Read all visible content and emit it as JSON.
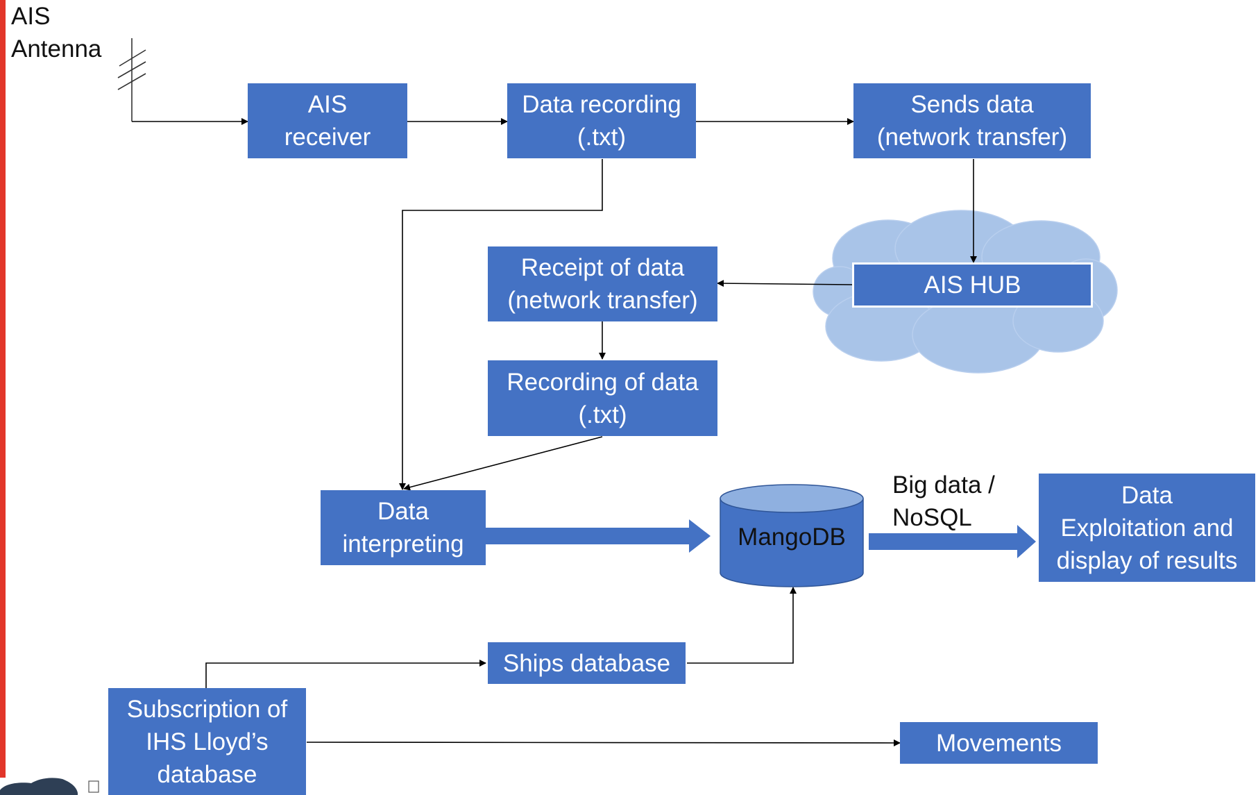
{
  "diagram": {
    "antenna_label": "AIS\nAntenna",
    "nodes": {
      "ais_receiver": "AIS\nreceiver",
      "data_recording": "Data recording\n(.txt)",
      "sends_data": "Sends data\n(network transfer)",
      "ais_hub": "AIS HUB",
      "receipt_of_data": "Receipt of data\n(network transfer)",
      "recording_of_data": "Recording of data\n(.txt)",
      "data_interpreting": "Data\ninterpreting",
      "mangodb": "MangoDB",
      "data_exploitation": "Data\nExploitation and\ndisplay of results",
      "ships_database": "Ships database",
      "subscription": "Subscription of\nIHS Lloyd’s\ndatabase",
      "movements": "Movements"
    },
    "edge_labels": {
      "big_data": "Big data /\nNoSQL"
    },
    "colors": {
      "box_fill": "#4472c4",
      "box_text": "#ffffff",
      "cloud_fill": "#a9c4e8",
      "db_top": "#8fb0e0",
      "accent_bar": "#e2362a"
    }
  }
}
